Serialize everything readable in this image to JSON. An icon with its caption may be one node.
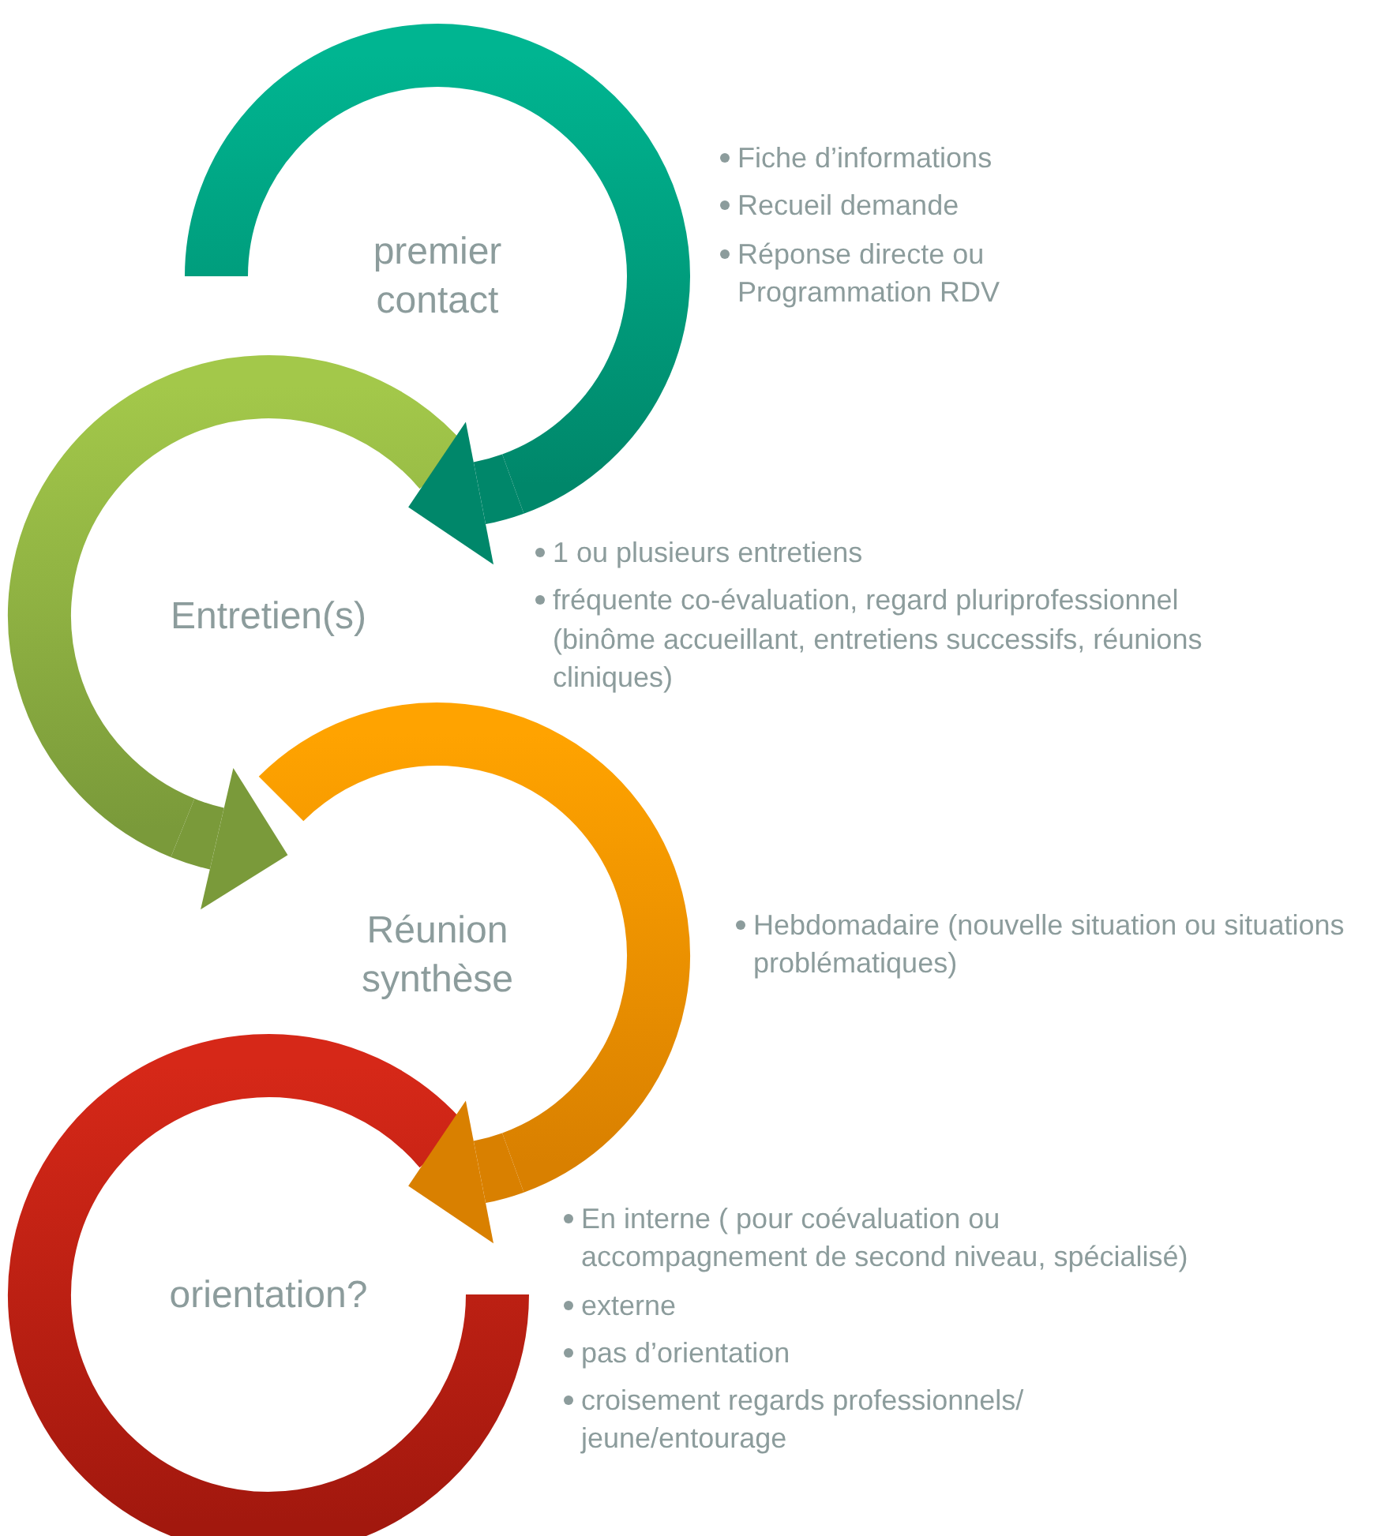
{
  "diagram": {
    "nodes": [
      {
        "text": [
          "premier contact"
        ],
        "beside": [
          "Fiche d’informations",
          "Recueil demande",
          "Réponse directe ou Programmation RDV"
        ]
      },
      {
        "text": [
          "Entretien(s)"
        ],
        "beside": [
          "1 ou plusieurs entretiens",
          "fréquente co-évaluation, regard pluriprofessionnel (binôme accueillant, entretiens successifs, réunions cliniques)"
        ]
      },
      {
        "text": [
          "Réunion synthèse"
        ],
        "beside": [
          "Hebdomadaire (nouvelle situation ou situations problématiques)"
        ]
      },
      {
        "text": [
          "orientation?"
        ],
        "beside": [
          "En interne ( pour coévaluation ou accompagnement de second niveau, spécialisé)",
          "externe",
          "pas d’orientation",
          "croisement regards professionnels/ jeune/entourage"
        ]
      }
    ],
    "edges": [
      {
        "from": 0,
        "to": 1,
        "arrow": "to",
        "color": "#00876a"
      },
      {
        "from": 1,
        "to": 2,
        "arrow": "to",
        "color": "#7a9a3a"
      },
      {
        "from": 2,
        "to": 3,
        "arrow": "to",
        "color": "#d98000"
      }
    ]
  }
}
